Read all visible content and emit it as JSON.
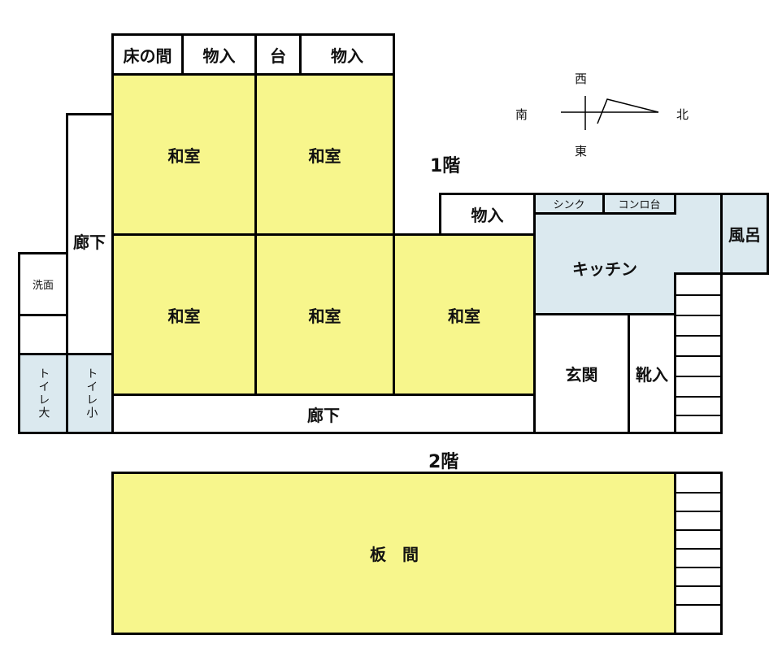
{
  "floors": {
    "first": "1階",
    "second": "2階"
  },
  "compass": {
    "west": "西",
    "south": "南",
    "north": "北",
    "east": "東"
  },
  "rooms": {
    "tokonoma": "床の間",
    "storage_a": "物入",
    "dai": "台",
    "storage_b": "物入",
    "storage_c": "物入",
    "washitsu_1": "和室",
    "washitsu_2": "和室",
    "washitsu_3": "和室",
    "washitsu_4": "和室",
    "washitsu_5": "和室",
    "corridor_left": "廊下",
    "corridor_bottom": "廊下",
    "washroom": "洗面",
    "toilet_large": "トイレ大",
    "toilet_small": "トイレ小",
    "sink": "シンク",
    "stove": "コンロ台",
    "kitchen": "キッチン",
    "bath": "風呂",
    "entrance": "玄関",
    "shoe_storage": "靴入",
    "itama": "板　間"
  },
  "colors": {
    "tatami": "#f7f68c",
    "wet_area": "#dbe9ef",
    "wall": "#000000"
  }
}
